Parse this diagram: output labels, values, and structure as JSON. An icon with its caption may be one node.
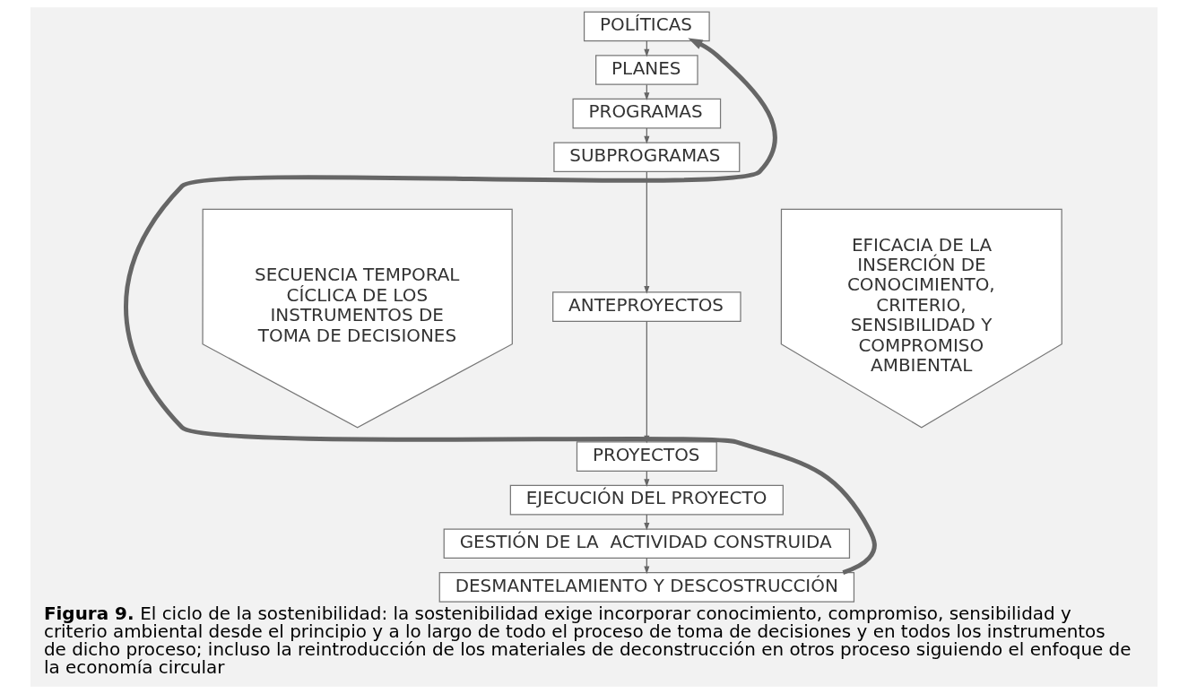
{
  "diagram": {
    "caption": "**Figura 9.** El ciclo de la sostenibilidad: la sostenibilidad exige incorporar conocimiento, compromiso, sensibilidad y criterio ambiental desde el principio y a lo largo de todo el proceso de toma de decisiones y en todos los instrumentos de dicho proceso; incluso la reintroducción de los materiales de deconstrucción en otros proceso siguiendo el enfoque de la economía circular",
    "nodes": [
      {
        "text": [
          "POLÍTICAS"
        ]
      },
      {
        "text": [
          "PLANES"
        ]
      },
      {
        "text": [
          "PROGRAMAS"
        ]
      },
      {
        "text": [
          "SUBPROGRAMAS"
        ]
      },
      {
        "text": [
          "ANTEPROYECTOS"
        ]
      },
      {
        "text": [
          "PROYECTOS"
        ]
      },
      {
        "text": [
          "EJECUCIÓN DEL PROYECTO"
        ]
      },
      {
        "text": [
          "GESTIÓN DE LA  ACTIVIDAD CONSTRUIDA"
        ]
      },
      {
        "text": [
          "DESMANTELAMIENTO Y DESCOSTRUCCIÓN"
        ]
      },
      {
        "text": [
          "SECUENCIA TEMPORAL CÍCLICA DE LOS INSTRUMENTOS DE TOMA DE DECISIONES"
        ]
      },
      {
        "text": [
          "EFICACIA DE LA INSERCIÓN DE CONOCIMIENTO, CRITERIO, SENSIBILIDAD Y COMPROMISO AMBIENTAL"
        ]
      }
    ],
    "edges": [
      {
        "from": 0,
        "to": 1,
        "arrow": "to"
      },
      {
        "from": 1,
        "to": 2,
        "arrow": "to"
      },
      {
        "from": 2,
        "to": 3,
        "arrow": "to"
      },
      {
        "from": 3,
        "to": 4,
        "arrow": "to"
      },
      {
        "from": 4,
        "to": 5,
        "arrow": "to"
      },
      {
        "from": 5,
        "to": 6,
        "arrow": "to"
      },
      {
        "from": 6,
        "to": 7,
        "arrow": "to"
      },
      {
        "from": 7,
        "to": 8,
        "arrow": "to"
      },
      {
        "from": 8,
        "to": 0,
        "arrow": "to",
        "style": "thick"
      }
    ]
  }
}
